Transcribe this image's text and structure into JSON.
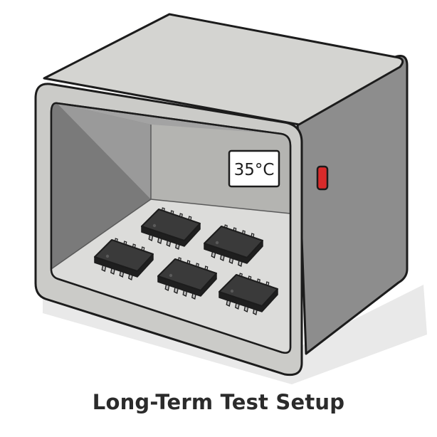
{
  "caption": "Long-Term Test Setup",
  "temperature_display": "35°C",
  "indicator_color": "#d92b2b",
  "components": [
    {
      "type": "ic-chip",
      "pins_per_side": 4
    },
    {
      "type": "ic-chip",
      "pins_per_side": 4
    },
    {
      "type": "ic-chip",
      "pins_per_side": 4
    },
    {
      "type": "ic-chip",
      "pins_per_side": 4
    },
    {
      "type": "ic-chip",
      "pins_per_side": 4
    }
  ]
}
